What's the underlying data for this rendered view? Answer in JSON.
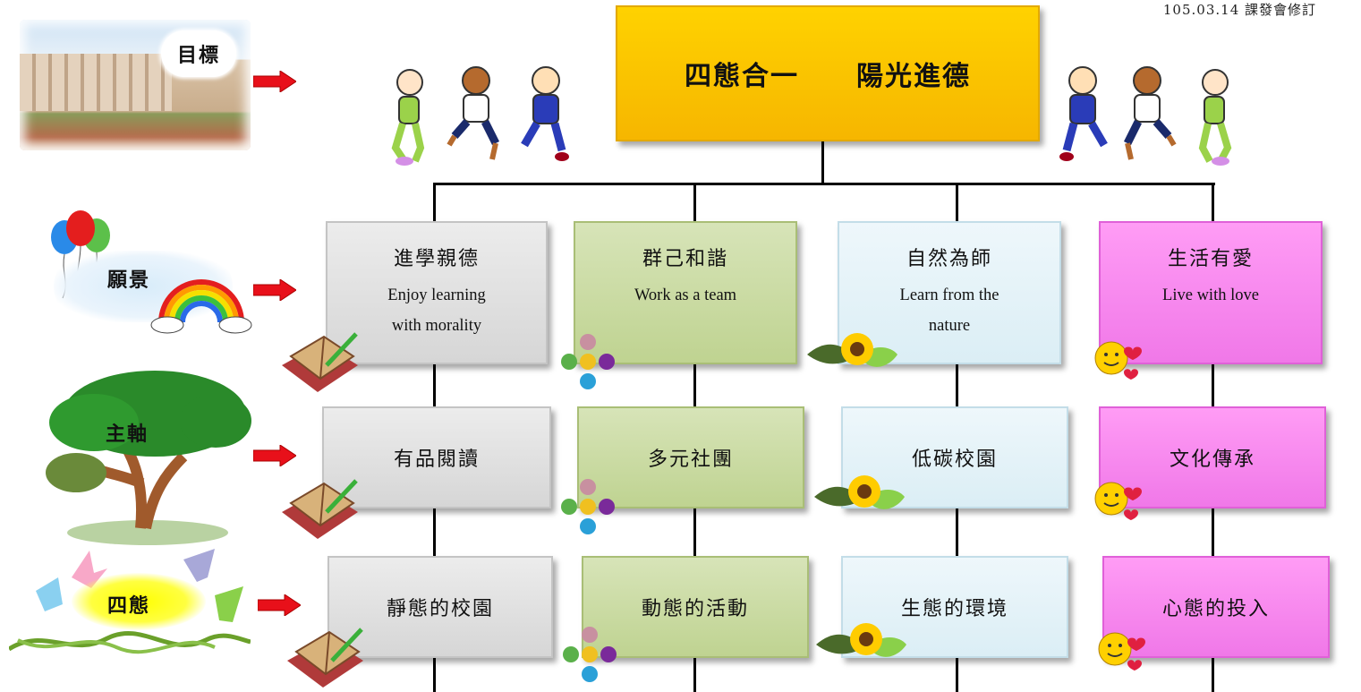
{
  "revision_note": "105.03.14 課發會修訂",
  "title": "四態合一　　陽光進德",
  "row_labels": {
    "goal": "目標",
    "vision": "願景",
    "axis": "主軸",
    "four_states": "四態"
  },
  "vision": [
    {
      "zh": "進學親德",
      "en1": "Enjoy learning",
      "en2": "with morality"
    },
    {
      "zh": "群己和諧",
      "en1": "Work as a team",
      "en2": ""
    },
    {
      "zh": "自然為師",
      "en1": "Learn from the",
      "en2": "nature"
    },
    {
      "zh": "生活有愛",
      "en1": "Live with love",
      "en2": ""
    }
  ],
  "axis": [
    "有品閱讀",
    "多元社團",
    "低碳校園",
    "文化傳承"
  ],
  "four_states": [
    "靜態的校園",
    "動態的活動",
    "生態的環境",
    "心態的投入"
  ],
  "colors": {
    "title_bg": "#ffc400",
    "col1": "#dcdcdc",
    "col2": "#c9da9f",
    "col3": "#e3f2f8",
    "col4": "#f885ef",
    "arrow": "#e8101a"
  },
  "icons": [
    "school-photo",
    "runner-icon",
    "balloons-icon",
    "rainbow-icon",
    "tree-icon",
    "doves-icon",
    "book-icon",
    "beads-icon",
    "sunflower-icon",
    "smiley-heart-icon"
  ]
}
